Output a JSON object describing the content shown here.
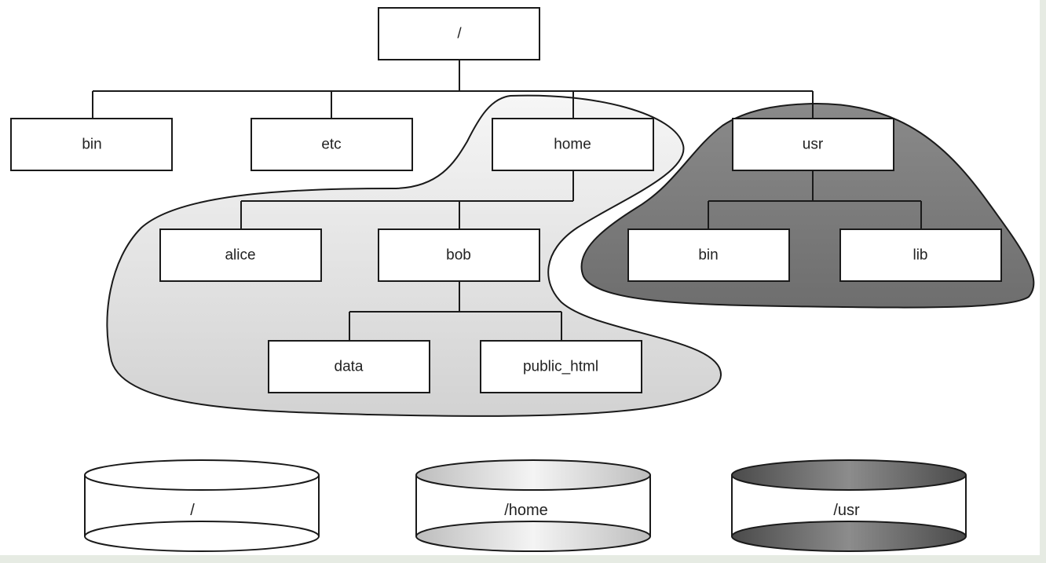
{
  "tree": {
    "root": {
      "label": "/"
    },
    "top_level": [
      {
        "id": "bin",
        "label": "bin"
      },
      {
        "id": "etc",
        "label": "etc"
      },
      {
        "id": "home",
        "label": "home"
      },
      {
        "id": "usr",
        "label": "usr"
      }
    ],
    "home_children": [
      {
        "id": "alice",
        "label": "alice"
      },
      {
        "id": "bob",
        "label": "bob"
      }
    ],
    "bob_children": [
      {
        "id": "data",
        "label": "data"
      },
      {
        "id": "public_html",
        "label": "public_html"
      }
    ],
    "usr_children": [
      {
        "id": "usr-bin",
        "label": "bin"
      },
      {
        "id": "lib",
        "label": "lib"
      }
    ]
  },
  "filesystems": [
    {
      "id": "root",
      "label": "/",
      "shade": "white"
    },
    {
      "id": "home",
      "label": "/home",
      "shade": "light-gray"
    },
    {
      "id": "usr",
      "label": "/usr",
      "shade": "dark-gray"
    }
  ],
  "colors": {
    "home_region": "#e6e6e6",
    "usr_region": "#7f7f7f",
    "outline": "#1a1a1a",
    "node_fill": "#ffffff"
  }
}
